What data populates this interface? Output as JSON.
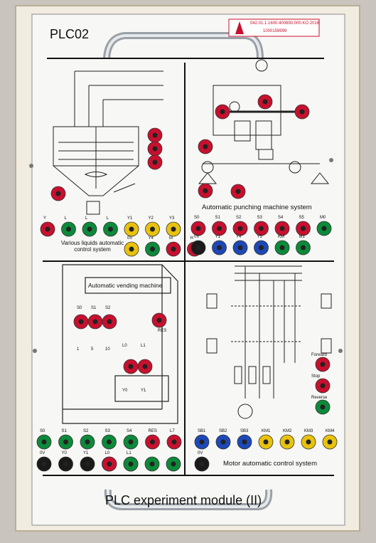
{
  "panel": {
    "title": "PLC02",
    "footer": "PLC experiment module (II)",
    "label_code": "042.01.1.1600.400890.000.KO 2016",
    "label_serial": "1000159999"
  },
  "sections": {
    "liquids": "Various liquids automatic control system",
    "punching": "Automatic punching machine system",
    "vending": "Automatic vending machine",
    "motor": "Motor automatic control system"
  },
  "liquids_terminals_top": [
    "Y",
    "L",
    "L",
    "L",
    "Y1",
    "Y2",
    "Y3"
  ],
  "liquids_terminals_bottom": [
    "0V",
    "Y4",
    "M",
    "H"
  ],
  "punch_terminals_top": [
    "S0",
    "S1",
    "S2",
    "S3",
    "S4",
    "S5",
    "M0"
  ],
  "punch_terminals_bottom": [
    "0V",
    "Y1",
    "Y4",
    "Y5",
    "KM",
    "M1"
  ],
  "vending_terminals_top": [
    "S0",
    "S1",
    "S2",
    "S3",
    "S4",
    "RES",
    "L7"
  ],
  "vending_terminals_bottom": [
    "0V",
    "Y0",
    "Y1",
    "L0",
    "L1"
  ],
  "motor_terminals_top": [
    "SB1",
    "SB2",
    "SB3",
    "KM1",
    "KM2",
    "KM3",
    "KM4"
  ],
  "motor_terminals_bottom": [
    "0V"
  ],
  "motor_buttons": [
    "Forward",
    "Stop",
    "Reverse"
  ],
  "vending_labels": {
    "coins": [
      "S0",
      "S1",
      "S2"
    ],
    "values": [
      "1",
      "5",
      "10"
    ],
    "res": "RES",
    "l0": "L0",
    "l1": "L1",
    "y0": "Y0",
    "y1": "Y1"
  },
  "colors": {
    "red": "#c8102e",
    "green": "#0c8a3a",
    "yellow": "#e8c20d",
    "blue": "#1d48b8",
    "black": "#1a1a1a",
    "panel": "#f6f6f4"
  }
}
